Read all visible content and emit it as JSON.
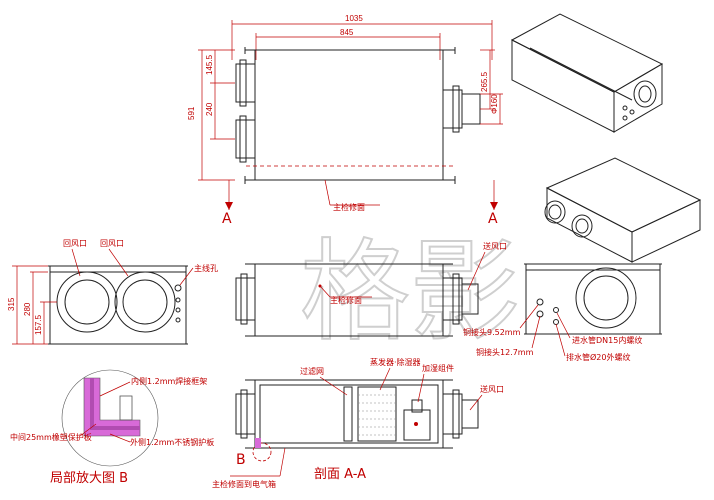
{
  "top_view": {
    "dim_overall_width": "1035",
    "dim_body_width": "845",
    "dim_depth": "591",
    "dim_top_offset": "145.5",
    "dim_port_pitch": "240",
    "dim_right_offset": "265.5",
    "dim_duct_dia": "Φ160",
    "section_marker_left": "A",
    "section_marker_right": "A",
    "label_access_panel": "主检修面"
  },
  "end_view": {
    "dim_height": "315",
    "dim_inner_height": "280",
    "dim_center_height": "157.5",
    "label_return_air_1": "回风口",
    "label_return_air_2": "回风口",
    "label_main_hole": "主线孔"
  },
  "side_view": {
    "label_access_panel": "主检修面",
    "label_supply_air": "送风口"
  },
  "right_end_view": {
    "label_copper_9_52": "铜接头9.52mm",
    "label_copper_12_7": "铜接头12.7mm",
    "label_inlet_pipe": "进水管DN15内螺纹",
    "label_drain_pipe": "排水管Ø20外螺纹"
  },
  "section_view": {
    "label_filter": "过滤网",
    "label_evaporator": "蒸发器·除湿器",
    "label_humidifier": "加湿组件",
    "label_supply_air": "送风口",
    "label_electric_box": "主检修面到电气箱",
    "marker_b": "B",
    "caption": "剖面 A-A"
  },
  "detail_view": {
    "label_inner_frame": "内侧1.2mm焊接框架",
    "label_insulation": "中间25mm橡塑保护板",
    "label_outer_plate": "外侧1.2mm不锈钢护板",
    "caption": "局部放大图 B"
  },
  "watermark": {
    "text": "格影"
  },
  "colors": {
    "dimension": "#c00000",
    "outline": "#222222",
    "insulation": "#d86ad8",
    "watermark": "#cfcfcf"
  }
}
